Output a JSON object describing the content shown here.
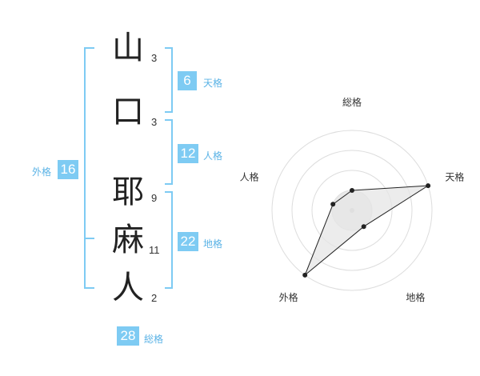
{
  "name": {
    "chars": [
      {
        "char": "山",
        "strokes": "3"
      },
      {
        "char": "口",
        "strokes": "3"
      },
      {
        "char": "耶",
        "strokes": "9"
      },
      {
        "char": "麻",
        "strokes": "11"
      },
      {
        "char": "人",
        "strokes": "2"
      }
    ]
  },
  "scores": {
    "tenkaku": {
      "value": "6",
      "label": "天格"
    },
    "jinkaku": {
      "value": "12",
      "label": "人格"
    },
    "chikaku": {
      "value": "22",
      "label": "地格"
    },
    "gaikaku": {
      "value": "16",
      "label": "外格"
    },
    "soukaku": {
      "value": "28",
      "label": "総格"
    }
  },
  "colors": {
    "accent": "#7ecbf3",
    "label": "#5bb3e6",
    "text": "#222222"
  },
  "chart_data": {
    "type": "radar",
    "axes": [
      "総格",
      "天格",
      "地格",
      "外格",
      "人格"
    ],
    "values": [
      1,
      4,
      1,
      4,
      1
    ],
    "rmax": 4
  }
}
